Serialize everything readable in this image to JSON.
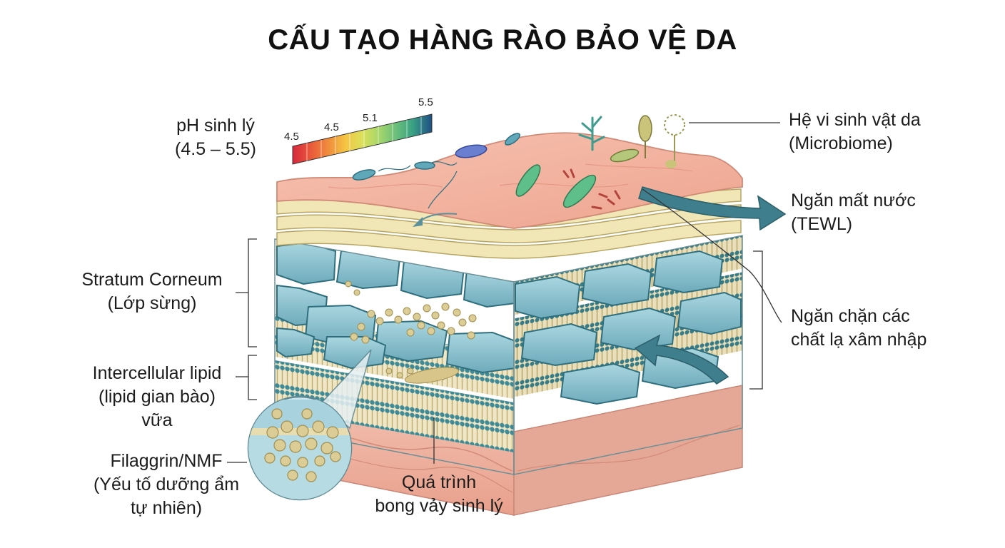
{
  "title": "CẤU TẠO HÀNG RÀO BẢO VỆ DA",
  "ph": {
    "label_line1": "pH sinh lý",
    "label_line2": "(4.5 – 5.5)",
    "ticks": [
      "4.5",
      "4.5",
      "5.1",
      "5.5"
    ],
    "scale_colors": [
      "#d7263d",
      "#e8553a",
      "#f08a3c",
      "#f5c542",
      "#dbe05a",
      "#a6d66a",
      "#6cc07a",
      "#3aa283",
      "#2c7d8c",
      "#1f4f85"
    ]
  },
  "labels": {
    "microbiome_1": "Hệ vi sinh vật da",
    "microbiome_2": "(Microbiome)",
    "tewl_1": "Ngăn mất nước",
    "tewl_2": "(TEWL)",
    "invade_1": "Ngăn chặn các",
    "invade_2": "chất lạ xâm nhập",
    "sc_1": "Stratum Corneum",
    "sc_2": "(Lớp sừng)",
    "lipid_1": "Intercellular lipid",
    "lipid_2": "(lipid gian bào)",
    "lipid_3": "vữa",
    "nmf_1": "Filaggrin/NMF",
    "nmf_2": "(Yếu tố dưỡng ẩm",
    "nmf_3": "tự nhiên)",
    "desq_1": "Quá trình",
    "desq_2": "bong vảy sinh lý"
  },
  "colors": {
    "skin_surface": "#f2b3a0",
    "corneocyte": "#8cc3d0",
    "lipid_head": "#3e8a96",
    "lipid_tail": "#c9b878",
    "nmf_granule": "#dccd97",
    "arrow": "#3f7e8c"
  },
  "icons": [
    "bacteria-icon",
    "fungus-icon",
    "moisture-arrow-icon",
    "defense-arrow-icon",
    "magnifier-icon"
  ]
}
